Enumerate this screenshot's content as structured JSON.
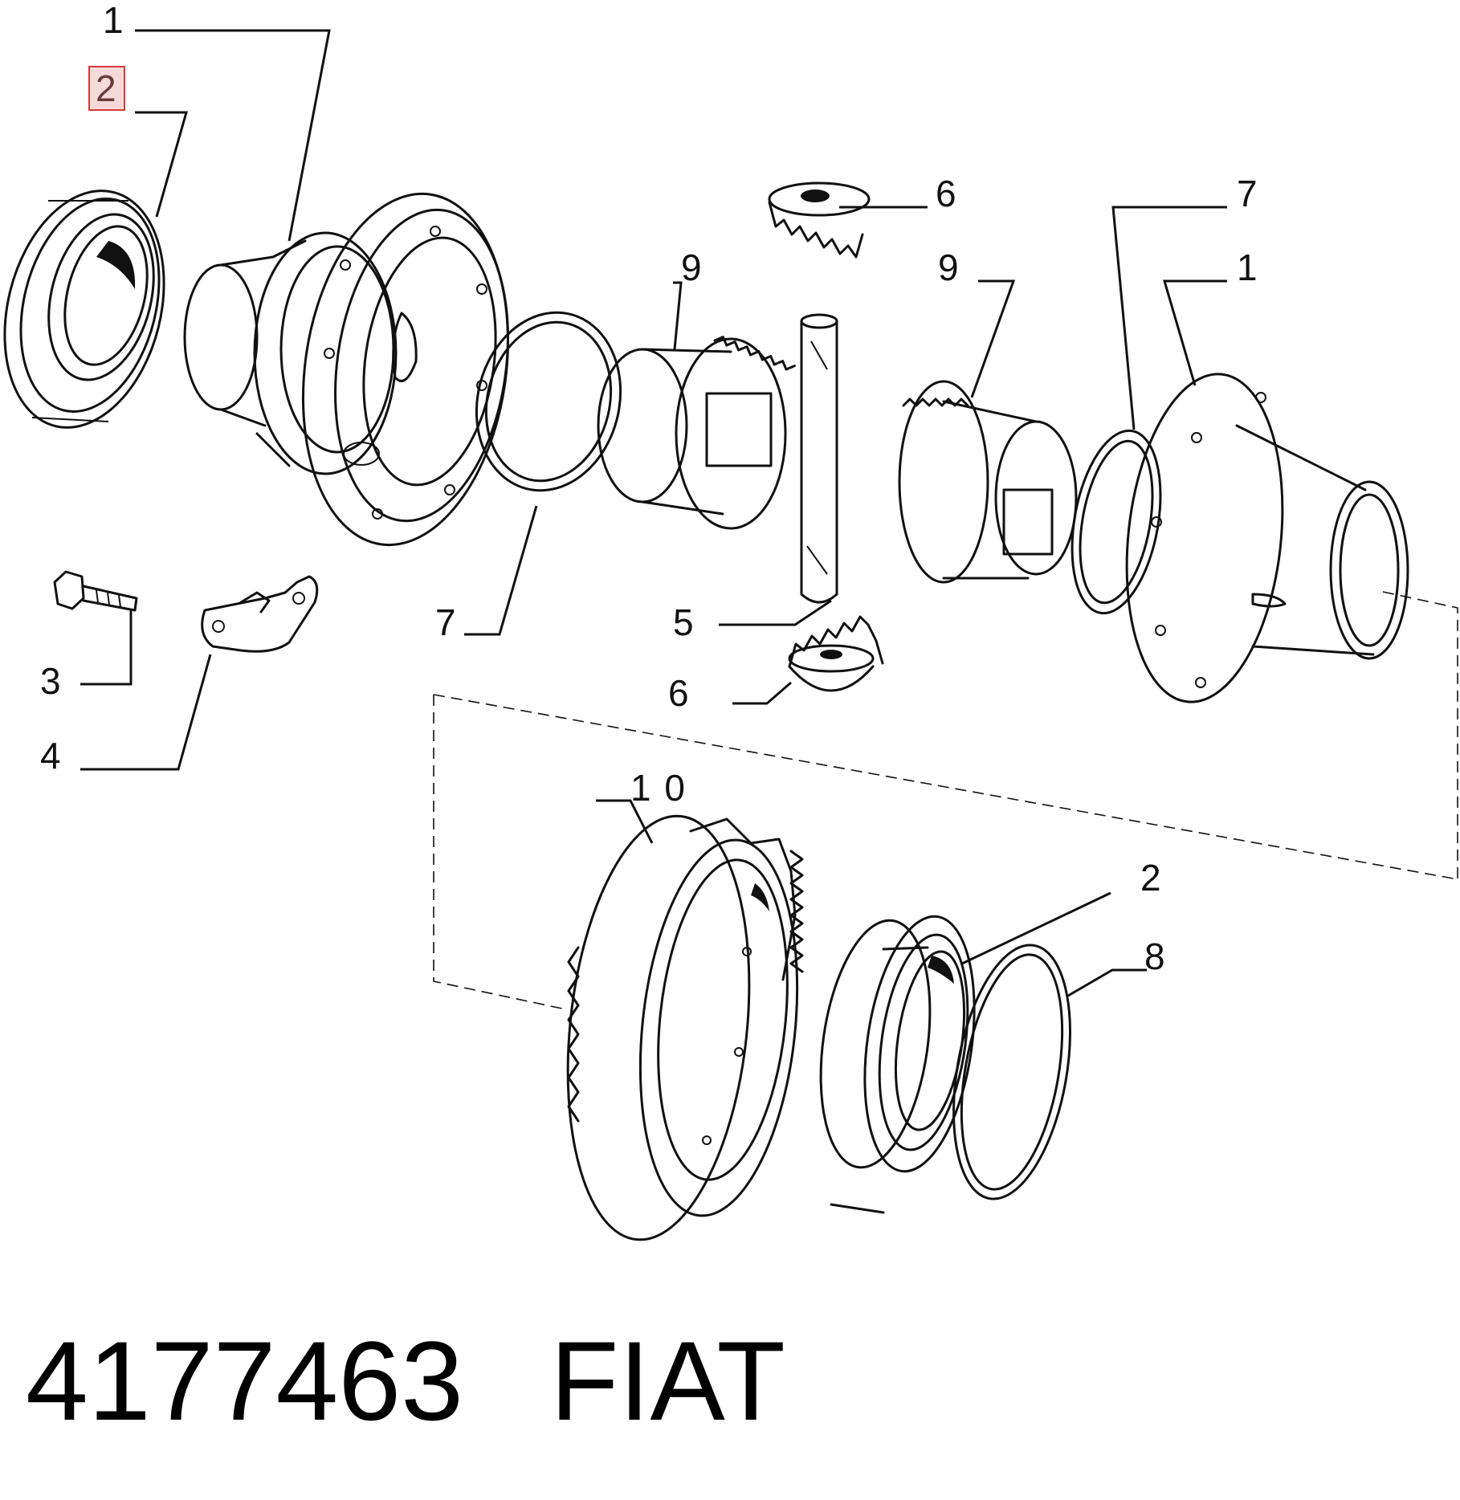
{
  "callouts": {
    "c1_top_left": "1",
    "c2_top_left": "2",
    "c6_top": "6",
    "c7_top_right": "7",
    "c9_left": "9",
    "c9_right": "9",
    "c1_right": "1",
    "c7_left": "7",
    "c5": "5",
    "c3": "3",
    "c4": "4",
    "c6_bottom": "6",
    "c10": "1 0",
    "c2_bottom": "2",
    "c8": "8"
  },
  "highlighted_callout": "2",
  "highlight_color": "#d63a3a",
  "footer": {
    "part_number": "4177463",
    "brand": "FIAT"
  }
}
